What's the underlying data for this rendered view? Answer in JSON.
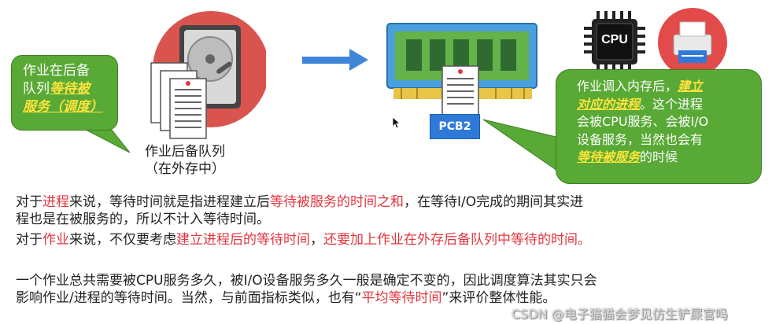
{
  "left_bubble": {
    "line1": "作业在后备",
    "line2_plain": "队列",
    "line2_hl": "等待被",
    "line3_hl": "服务（调度）"
  },
  "disk": {
    "label_line1": "作业后备队列",
    "label_line2": "（在外存中）"
  },
  "pcb_label": "PCB2",
  "cpu_label": "CPU",
  "right_bubble": {
    "line1_plain": "作业调入内存后，",
    "line1_hl": "建立",
    "line2_hl": "对应的进程",
    "line2_plain": "。这个进程",
    "line3": "会被CPU服务、会被I/O",
    "line4": "设备服务，当然也会有",
    "line5_hl": "等待被服务",
    "line5_plain": "的时候"
  },
  "paragraphs": {
    "p1_a": "对于",
    "p1_b": "进程",
    "p1_c": "来说，等待时间就是指进程建立后",
    "p1_d": "等待被服务的时间之和",
    "p1_e": "，在等待I/O完成的期间其实进",
    "p1_line2": "程也是在被服务的，所以不计入等待时间。",
    "p2_a": "对于",
    "p2_b": "作业",
    "p2_c": "来说，不仅要考虑",
    "p2_d": "建立进程后的等待时间",
    "p2_e": "，",
    "p2_f": "还要加上作业在外存后备队列中等待的时间。",
    "p3_line1": "一个作业总共需要被CPU服务多久，被I/O设备服务多久一般是确定不变的，因此调度算法其实只会",
    "p3_line2_a": "影响作业/进程的等待时间。当然，与前面指标类似，也有“",
    "p3_line2_b": "平均等待时间",
    "p3_line2_c": "”来评价整体性能。"
  },
  "watermark": "CSDN @电子猫猫会梦见仿生铲屎官吗",
  "colors": {
    "bubble_green": "#58a935",
    "highlight_yellow": "#ffe33c",
    "text_red": "#e0363e",
    "arrow_blue": "#3f86d8",
    "disk_circle": "#d9544f",
    "ram_green": "#63b24a",
    "cpu_black": "#222222"
  }
}
